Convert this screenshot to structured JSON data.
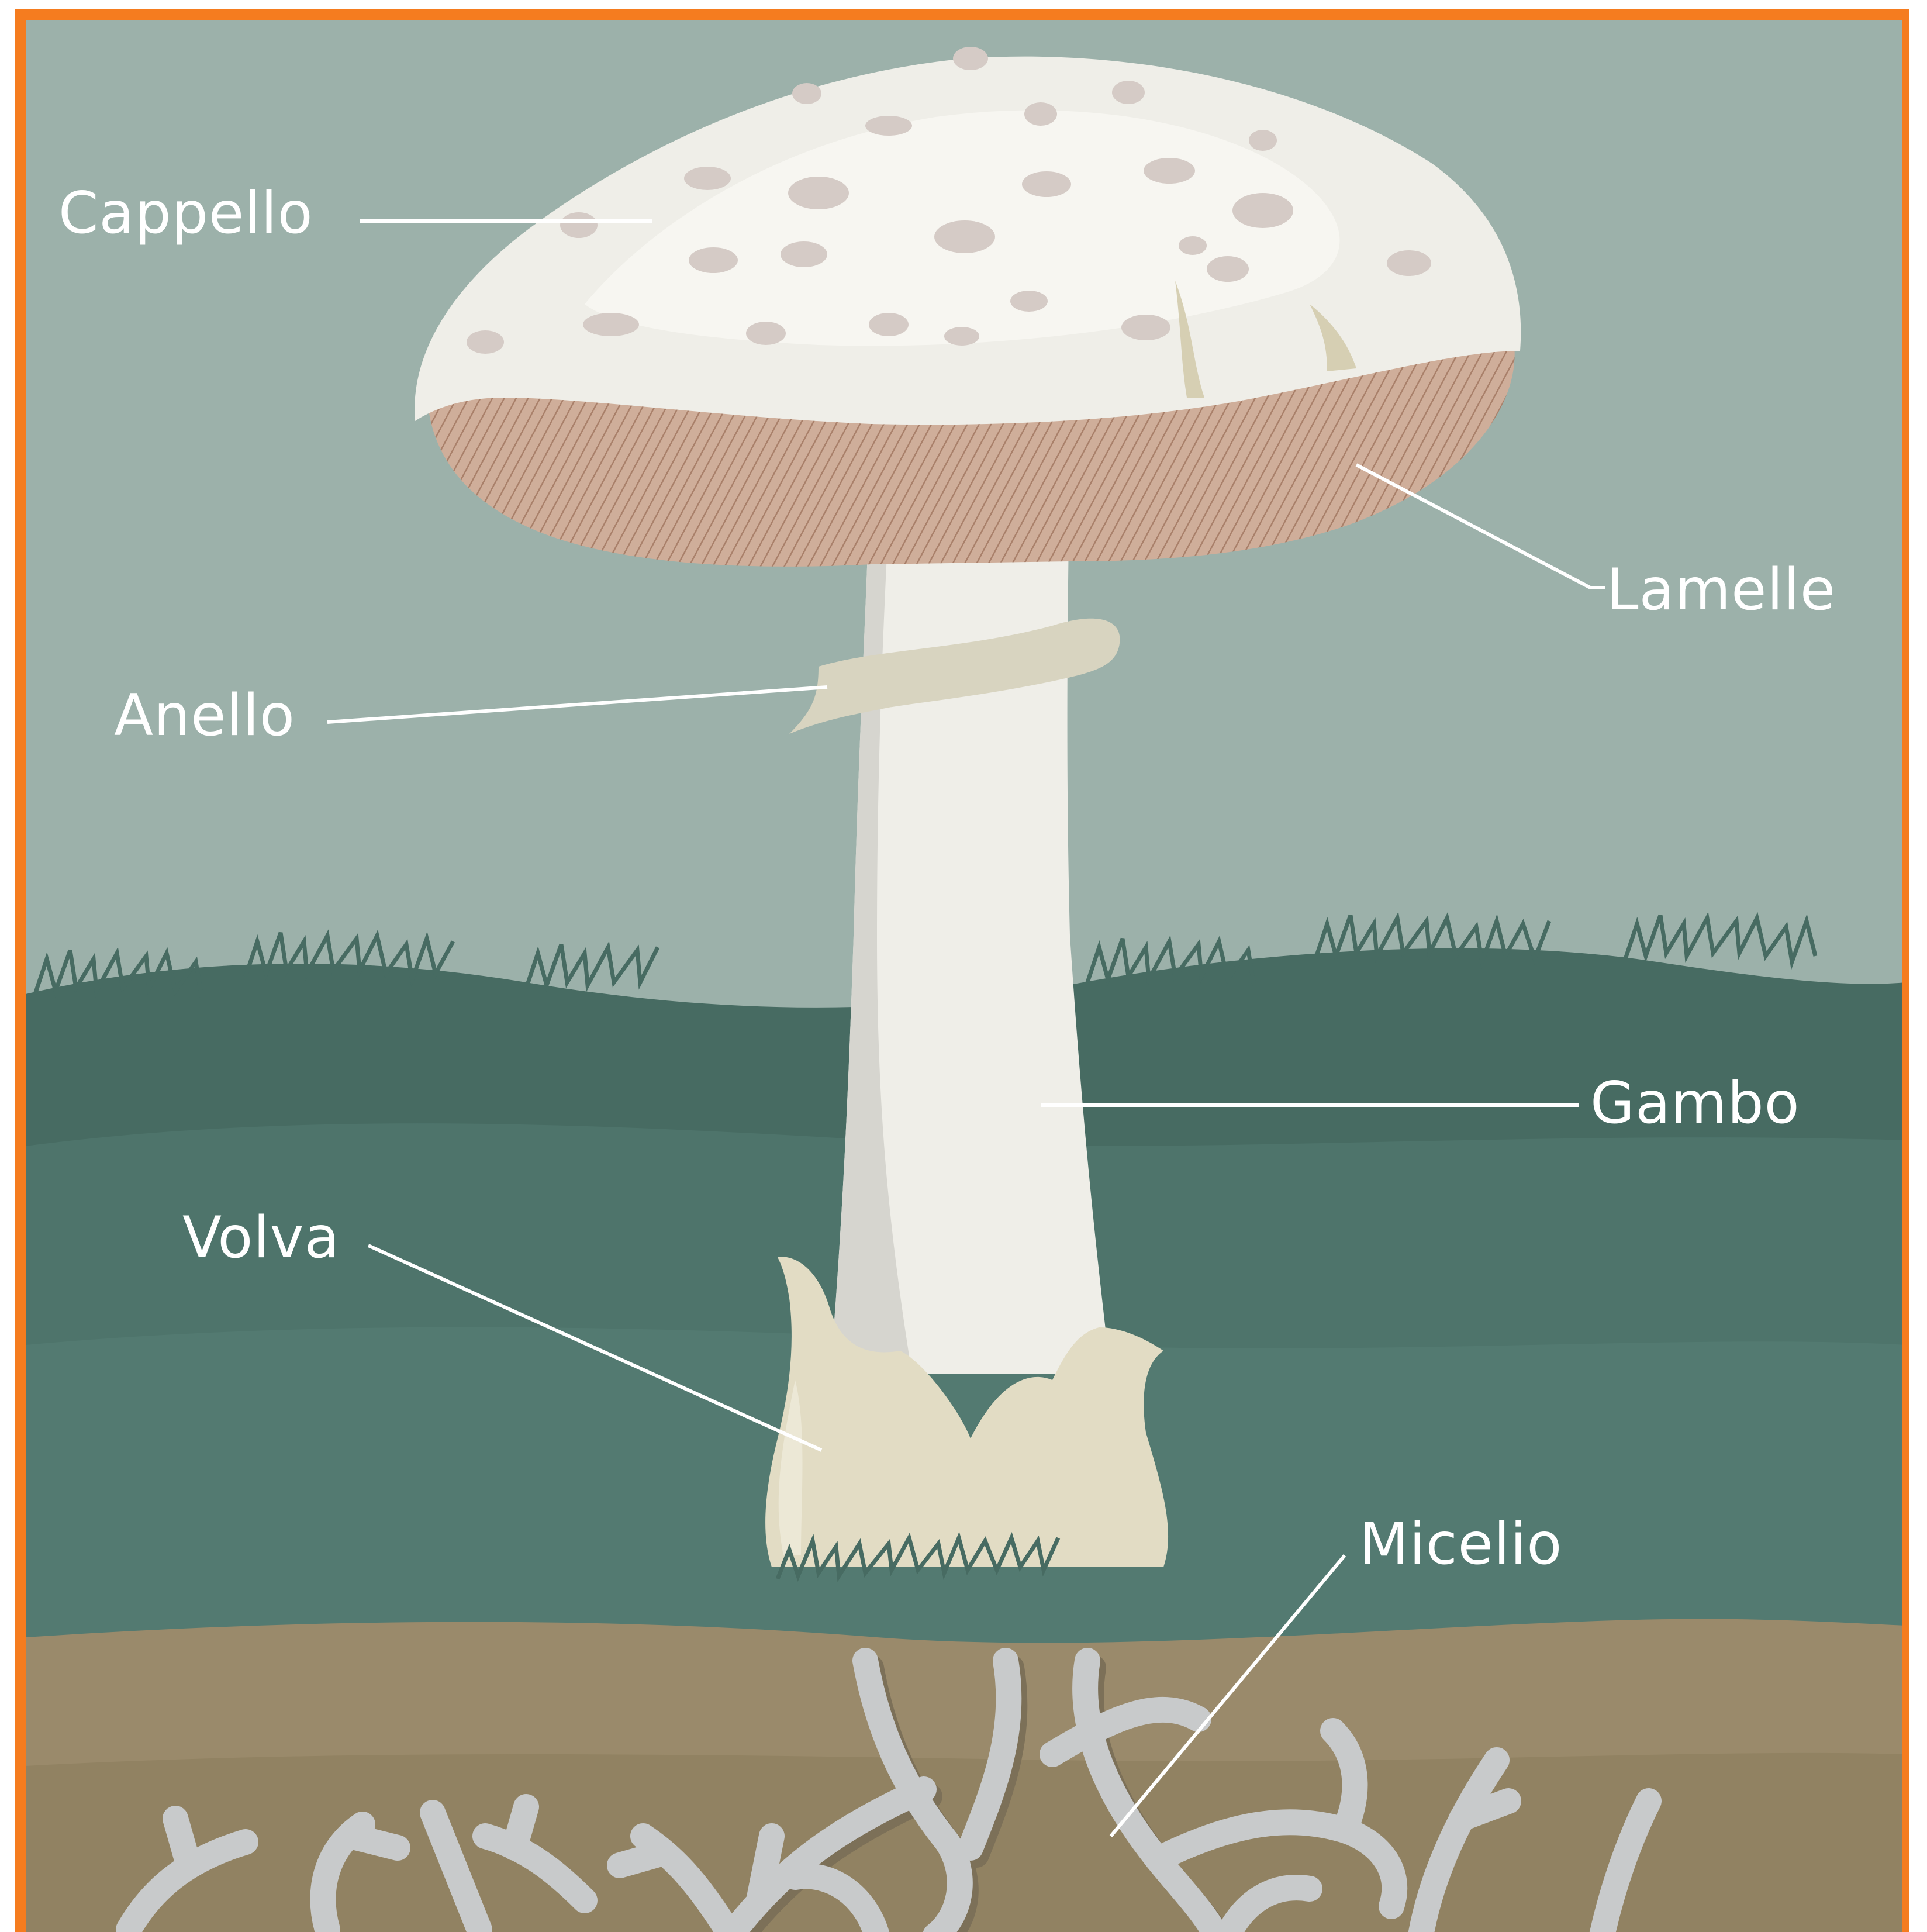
{
  "labels": {
    "cap": "Cappello",
    "gills": "Lamelle",
    "ring": "Anello",
    "stem": "Gambo",
    "volva": "Volva",
    "mycelium": "Micelio"
  },
  "colors": {
    "frame": "#f57c1f",
    "sky": "#9cb1aa",
    "grass_dark": "#476b62",
    "grass_mid": "#527a71",
    "soil": "#9a8a6b",
    "soil_dark": "#887a5d",
    "mushroom_white": "#efeee8",
    "gills": "#c9a691",
    "volva": "#e2dcc4",
    "mycelium": "#c8cacb",
    "label_text": "#ffffff"
  }
}
